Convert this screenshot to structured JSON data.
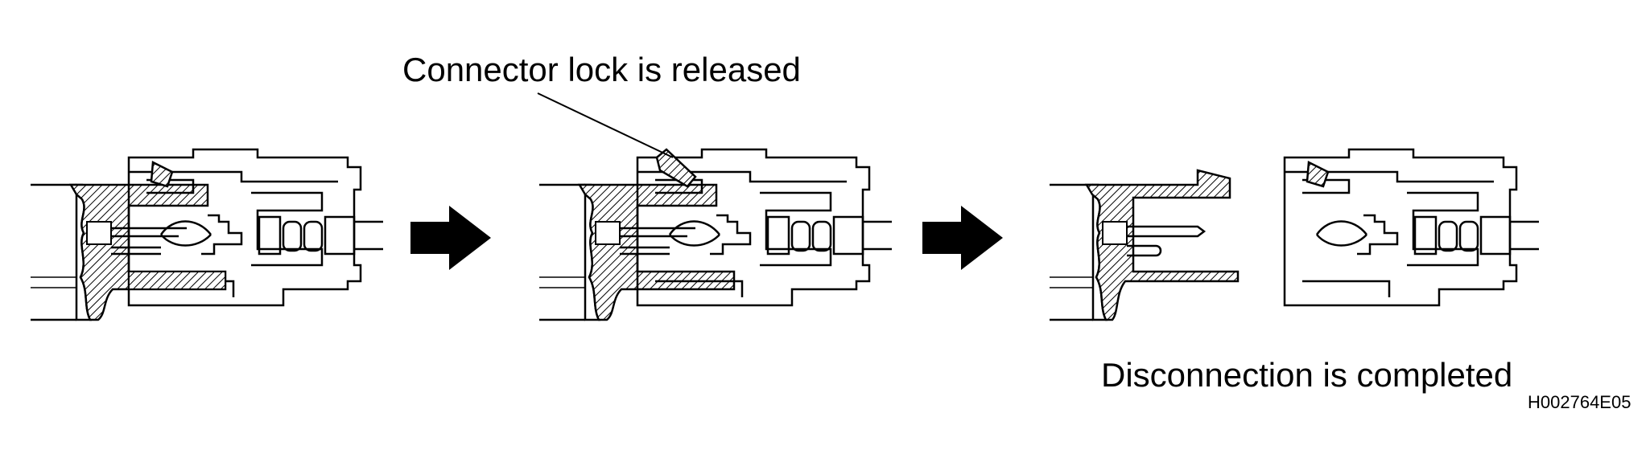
{
  "labels": {
    "lock_released": "Connector lock is released",
    "disconnection_completed": "Disconnection is completed",
    "figure_code": "H002764E05"
  },
  "steps": [
    {
      "id": "connected",
      "state": "connected"
    },
    {
      "id": "lock-released",
      "state": "lock released"
    },
    {
      "id": "disconnected",
      "state": "disconnected"
    }
  ],
  "icons": {
    "arrow": "right-arrow-icon"
  },
  "colors": {
    "line": "#000000",
    "background": "#ffffff"
  }
}
